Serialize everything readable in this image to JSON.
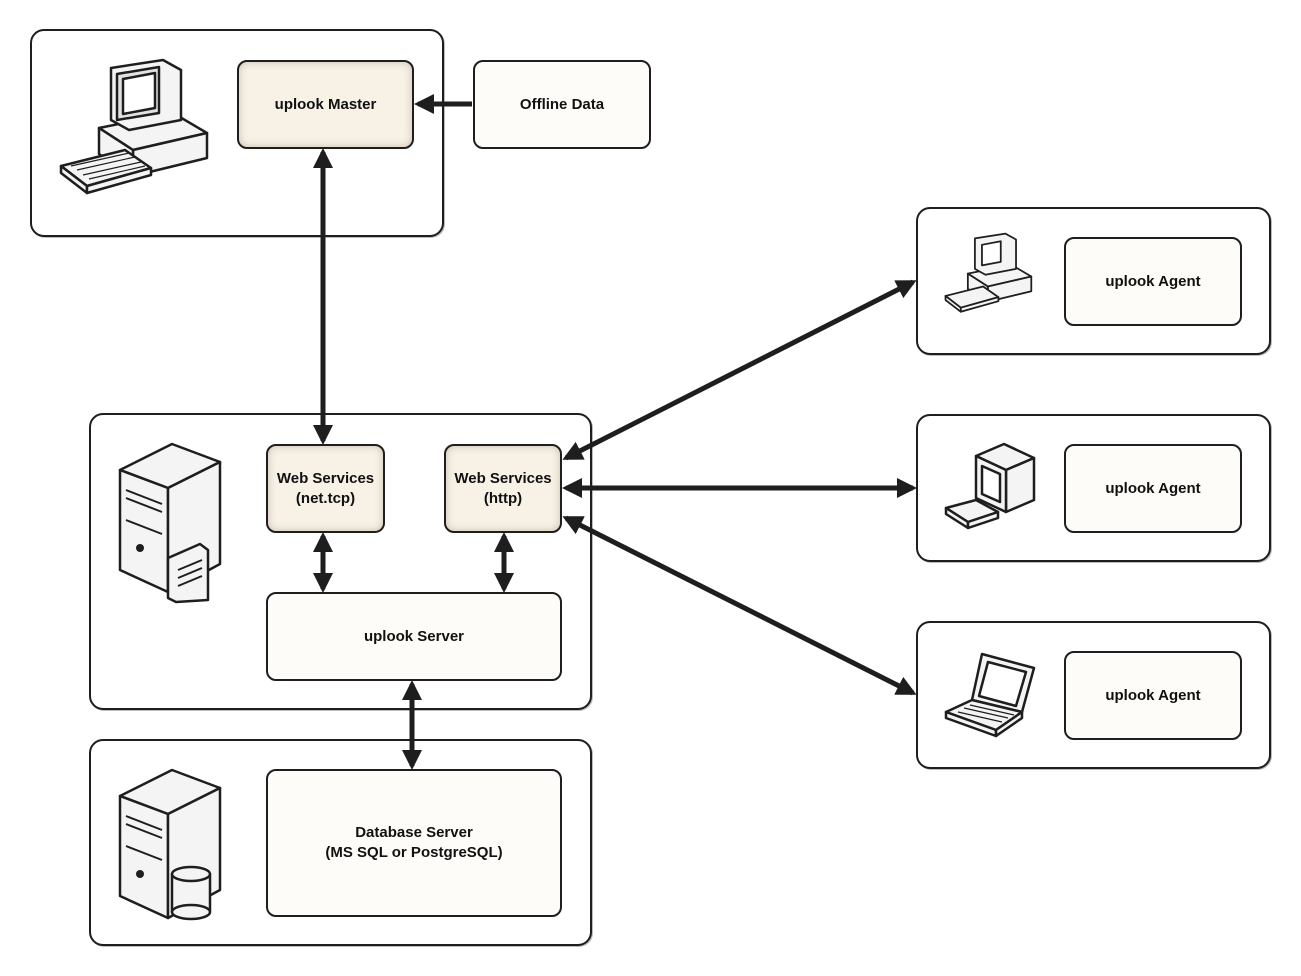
{
  "nodes": {
    "master": "uplook Master",
    "offline": "Offline Data",
    "ws_tcp": "Web Services\n(net.tcp)",
    "ws_http": "Web Services\n(http)",
    "server": "uplook Server",
    "database": "Database Server\n(MS SQL or PostgreSQL)",
    "agent1": "uplook Agent",
    "agent2": "uplook Agent",
    "agent3": "uplook Agent"
  },
  "icons": {
    "master_machine": "desktop-computer-icon",
    "app_server": "server-tower-icon",
    "db_server": "database-server-icon",
    "agent1_machine": "desktop-computer-icon",
    "agent2_machine": "crt-monitor-icon",
    "agent3_machine": "laptop-icon"
  },
  "colors": {
    "stroke": "#1e1e1e",
    "node_fill": "#fdfcf8",
    "node_fill_shaded": "#f7f1e6"
  }
}
